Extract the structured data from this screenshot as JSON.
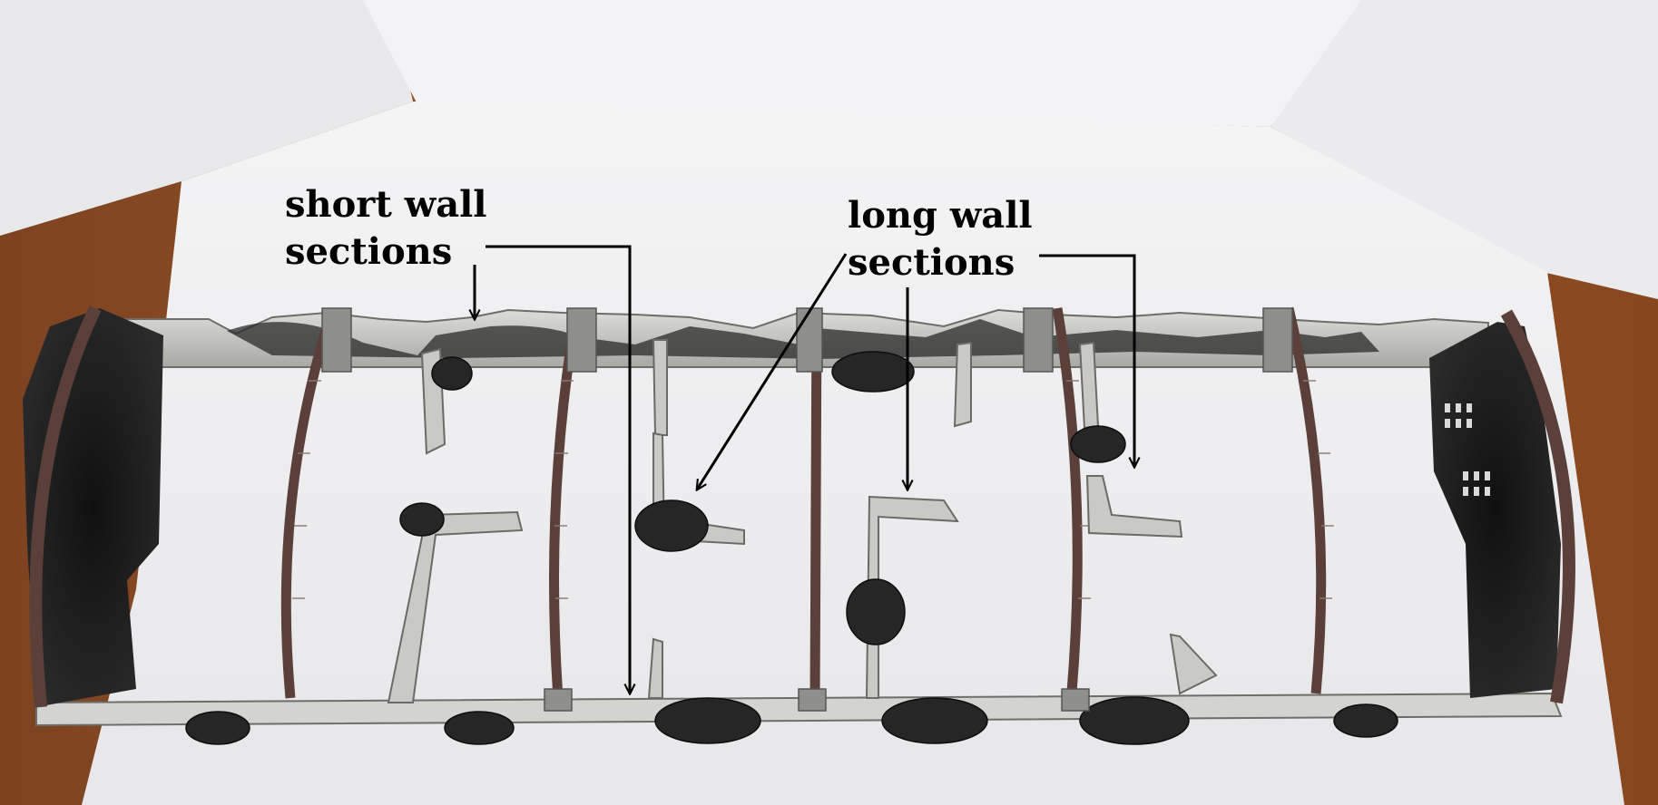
{
  "annotations": {
    "short_wall": {
      "line1": "short wall",
      "line2": "sections"
    },
    "long_wall": {
      "line1": "long wall",
      "line2": "sections"
    }
  },
  "colors": {
    "table_wood": "#9a5b2e",
    "paper_backdrop": "#f2f2f3",
    "paper_shadow": "#d9d9dc",
    "wall_concrete": "#c9c9c6",
    "wall_soot": "#1e1e1e",
    "girder_rust": "#5a4038",
    "rubble": "#2a2a2a",
    "arrow": "#000000"
  }
}
